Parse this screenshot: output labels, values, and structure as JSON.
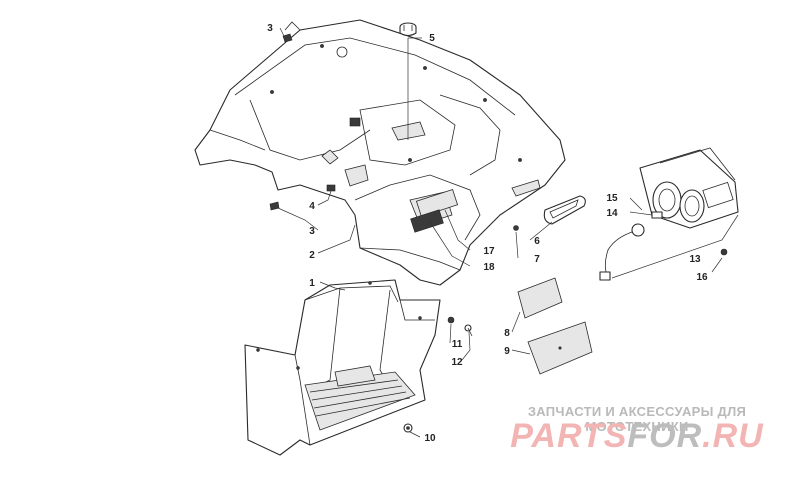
{
  "watermark": {
    "tagline": "ЗАПЧАСТИ И АКСЕССУАРЫ ДЛЯ МОТОТЕХНИКИ",
    "logo_part1": "PARTS",
    "logo_part2": "FOR",
    "logo_part3": ".RU",
    "accent_color": "#f3b4b4",
    "secondary_color": "#bdbdbd"
  },
  "callouts": [
    {
      "id": "c1",
      "label": "1"
    },
    {
      "id": "c2",
      "label": "2"
    },
    {
      "id": "c3a",
      "label": "3"
    },
    {
      "id": "c3b",
      "label": "3"
    },
    {
      "id": "c4",
      "label": "4"
    },
    {
      "id": "c5",
      "label": "5"
    },
    {
      "id": "c6",
      "label": "6"
    },
    {
      "id": "c7",
      "label": "7"
    },
    {
      "id": "c8",
      "label": "8"
    },
    {
      "id": "c9",
      "label": "9"
    },
    {
      "id": "c10",
      "label": "10"
    },
    {
      "id": "c11",
      "label": "11"
    },
    {
      "id": "c12",
      "label": "12"
    },
    {
      "id": "c13",
      "label": "13"
    },
    {
      "id": "c14",
      "label": "14"
    },
    {
      "id": "c15",
      "label": "15"
    },
    {
      "id": "c16",
      "label": "16"
    },
    {
      "id": "c17",
      "label": "17"
    },
    {
      "id": "c18",
      "label": "18"
    }
  ]
}
